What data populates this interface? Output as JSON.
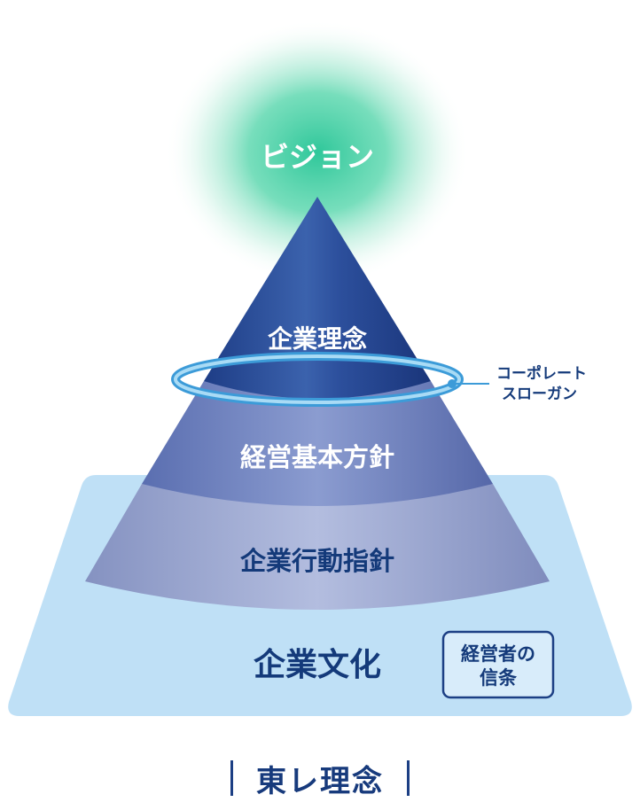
{
  "diagram": {
    "vision": "ビジョン",
    "philosophy": "企業理念",
    "slogan_line1": "コーポレート",
    "slogan_line2": "スローガン",
    "basic_policy": "経営基本方針",
    "conduct_guideline": "企業行動指針",
    "corporate_culture": "企業文化",
    "beliefs_line1": "経営者の",
    "beliefs_line2": "信条"
  },
  "title": "東レ理念",
  "colors": {
    "navy": "#1c3f84",
    "glow": "#2fc79a",
    "ring": "#4aa8df",
    "base": "#bfe0f6"
  }
}
